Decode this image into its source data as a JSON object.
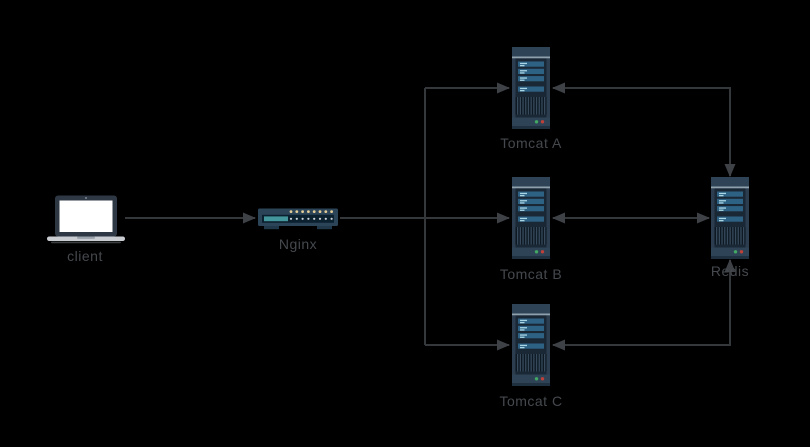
{
  "diagram": {
    "nodes": [
      {
        "id": "client",
        "label": "client",
        "type": "laptop",
        "icon": "laptop-icon"
      },
      {
        "id": "nginx",
        "label": "Nginx",
        "type": "router",
        "icon": "router-icon"
      },
      {
        "id": "tomcat-a",
        "label": "Tomcat A",
        "type": "server",
        "icon": "server-icon"
      },
      {
        "id": "tomcat-b",
        "label": "Tomcat B",
        "type": "server",
        "icon": "server-icon"
      },
      {
        "id": "tomcat-c",
        "label": "Tomcat C",
        "type": "server",
        "icon": "server-icon"
      },
      {
        "id": "redis",
        "label": "Redis",
        "type": "server",
        "icon": "server-icon"
      }
    ],
    "edges": [
      {
        "from": "client",
        "to": "nginx",
        "direction": "one-way"
      },
      {
        "from": "nginx",
        "to": "tomcat-a",
        "direction": "one-way"
      },
      {
        "from": "nginx",
        "to": "tomcat-b",
        "direction": "one-way"
      },
      {
        "from": "nginx",
        "to": "tomcat-c",
        "direction": "one-way"
      },
      {
        "from": "tomcat-a",
        "to": "redis",
        "direction": "two-way"
      },
      {
        "from": "tomcat-b",
        "to": "redis",
        "direction": "two-way"
      },
      {
        "from": "tomcat-c",
        "to": "redis",
        "direction": "two-way"
      }
    ],
    "colors": {
      "background": "#000000",
      "connector_line": "#34383b",
      "arrowhead": "#3e4247",
      "label_text": "#45494e",
      "server_body": "#1a2836",
      "server_cap": "#2e4356",
      "server_bar": "#2e6284",
      "server_bar_highlight": "#a9d4e4",
      "led_green": "#41a963",
      "led_red": "#bf4038",
      "nginx_body": "#2c4458",
      "nginx_panel": "#0c2130",
      "nginx_screen": "#43969c",
      "nginx_led": "#e2cb97",
      "laptop_frame": "#2e3845",
      "laptop_screen": "#ffffff",
      "laptop_base": "#c9cdd2"
    }
  }
}
